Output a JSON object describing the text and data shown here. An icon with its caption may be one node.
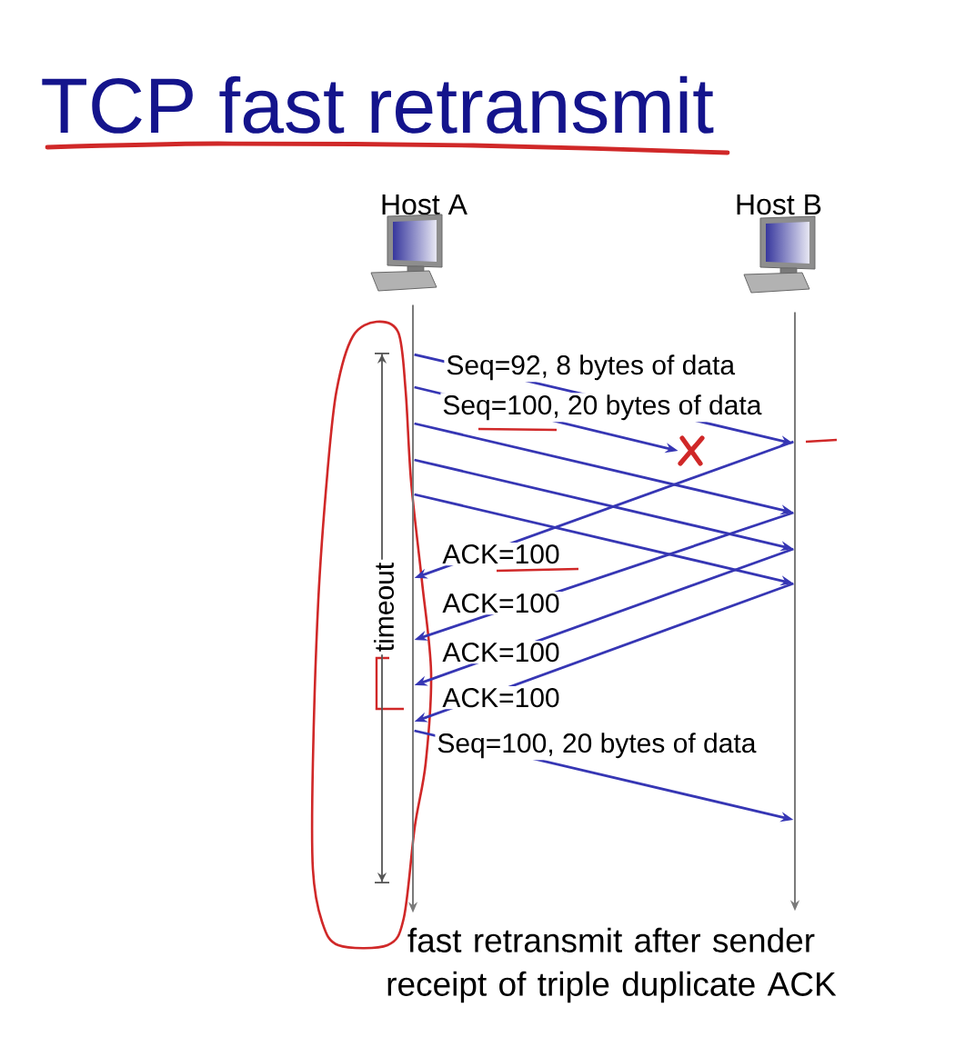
{
  "diagram": {
    "title": "TCP fast retransmit",
    "caption": "fast retransmit after sender receipt of triple duplicate ACK",
    "nodes": [
      {
        "text": [
          "Host A"
        ]
      },
      {
        "text": [
          "Host B"
        ]
      },
      {
        "text": [],
        "shape": "bar"
      },
      {
        "text": [],
        "shape": "bar"
      },
      {
        "text": [],
        "shape": "cross"
      }
    ],
    "edges": [
      {
        "from": 2,
        "to": 3,
        "arrow": "to",
        "label": "Seq=92, 8 bytes of data"
      },
      {
        "from": 2,
        "to": 4,
        "arrow": "to",
        "label": "Seq=100, 20 bytes of data"
      },
      {
        "from": 2,
        "to": 3,
        "arrow": "to"
      },
      {
        "from": 2,
        "to": 3,
        "arrow": "to"
      },
      {
        "from": 2,
        "to": 3,
        "arrow": "to"
      },
      {
        "from": 3,
        "to": 2,
        "arrow": "to",
        "label": "ACK=100"
      },
      {
        "from": 3,
        "to": 2,
        "arrow": "to",
        "label": "ACK=100"
      },
      {
        "from": 3,
        "to": 2,
        "arrow": "to",
        "label": "ACK=100"
      },
      {
        "from": 3,
        "to": 2,
        "arrow": "to",
        "label": "ACK=100"
      },
      {
        "from": 2,
        "to": 3,
        "arrow": "to",
        "label": "Seq=100, 20 bytes of data"
      }
    ],
    "labels": [
      "timeout"
    ]
  }
}
